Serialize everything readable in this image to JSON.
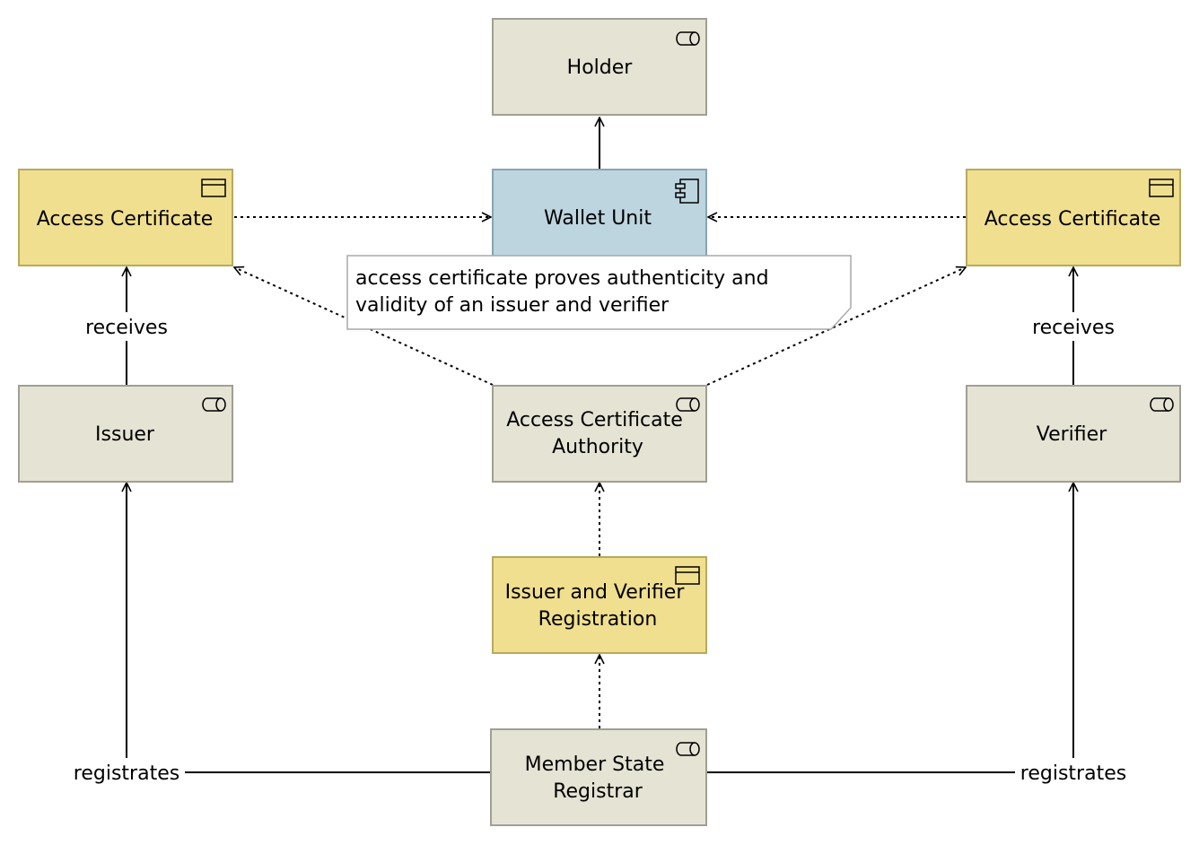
{
  "colors": {
    "role_fill": "#e5e3d3",
    "role_stroke": "#a09f93",
    "object_fill": "#f0df8e",
    "object_stroke": "#b8a960",
    "component_fill": "#bdd5df",
    "component_stroke": "#8aa4b0",
    "note_fill": "#ffffff",
    "note_stroke": "#a8a8a8"
  },
  "nodes": {
    "holder": {
      "lines": [
        "Holder"
      ],
      "icon": "role-icon"
    },
    "wallet_unit": {
      "lines": [
        "Wallet Unit"
      ],
      "icon": "component-icon"
    },
    "access_cert_left": {
      "lines": [
        "Access Certificate"
      ],
      "icon": "business-object-icon"
    },
    "access_cert_right": {
      "lines": [
        "Access Certificate"
      ],
      "icon": "business-object-icon"
    },
    "issuer": {
      "lines": [
        "Issuer"
      ],
      "icon": "role-icon"
    },
    "verifier": {
      "lines": [
        "Verifier"
      ],
      "icon": "role-icon"
    },
    "aca": {
      "lines": [
        "Access Certificate",
        "Authority"
      ],
      "icon": "role-icon"
    },
    "registration": {
      "lines": [
        "Issuer and Verifier",
        "Registration"
      ],
      "icon": "business-object-icon"
    },
    "registrar": {
      "lines": [
        "Member State",
        "Registrar"
      ],
      "icon": "role-icon"
    }
  },
  "note": {
    "lines": [
      "access certificate proves authenticity and",
      "validity of an issuer and verifier"
    ]
  },
  "edge_labels": {
    "receives_left": "receives",
    "receives_right": "receives",
    "registrates_left": "registrates",
    "registrates_right": "registrates"
  }
}
